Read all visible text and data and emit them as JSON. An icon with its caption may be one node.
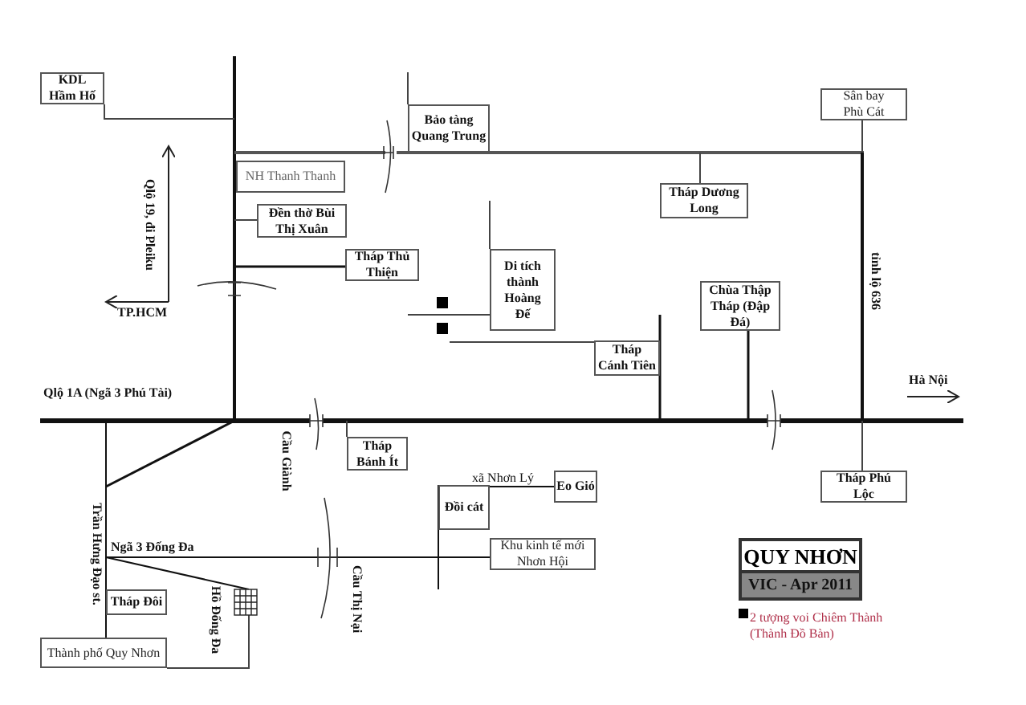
{
  "diagram": {
    "title": "QUY NHƠN",
    "nodes": [
      {
        "text": [
          "KDL Hầm Hố"
        ]
      },
      {
        "text": [
          "Bảo tàng Quang Trung"
        ]
      },
      {
        "text": [
          "Sân bay Phù Cát"
        ]
      },
      {
        "text": [
          "NH Thanh Thanh"
        ]
      },
      {
        "text": [
          "Đền thờ Bùi Thị Xuân"
        ]
      },
      {
        "text": [
          "Tháp Dương Long"
        ]
      },
      {
        "text": [
          "Tháp Thủ Thiện"
        ]
      },
      {
        "text": [
          "Di tích thành Hoàng Đế"
        ]
      },
      {
        "text": [
          "Chùa Thập Tháp (Đập Đá)"
        ]
      },
      {
        "text": [
          "Tháp Cánh Tiên"
        ]
      },
      {
        "text": [
          "Tháp Bánh Ít"
        ]
      },
      {
        "text": [
          "Tháp Phú Lộc"
        ]
      },
      {
        "text": [
          "Đồi cát"
        ]
      },
      {
        "text": [
          "Eo Gió"
        ]
      },
      {
        "text": [
          "Khu kinh tế mới Nhơn Hội"
        ]
      },
      {
        "text": [
          "Tháp Đôi"
        ]
      },
      {
        "text": [
          "Thành phố Quy Nhơn"
        ]
      }
    ],
    "labels": [
      "Qlộ 19, đi Pleiku",
      "TP.HCM",
      "Qlộ 1A (Ngã 3 Phú Tài)",
      "Cầu Giành",
      "tỉnh lộ 636",
      "Hà Nội",
      "xã Nhơn Lý",
      "Trần Hưng Đạo st.",
      "Ngã 3 Đống Đa",
      "Hồ Đống Đa",
      "Cầu Thị Nại",
      "VIC - Apr 2011"
    ],
    "legend": [
      {
        "text": "2 tượng voi Chiêm Thành (Thành Đồ Bàn)",
        "color": "#000000"
      }
    ]
  }
}
